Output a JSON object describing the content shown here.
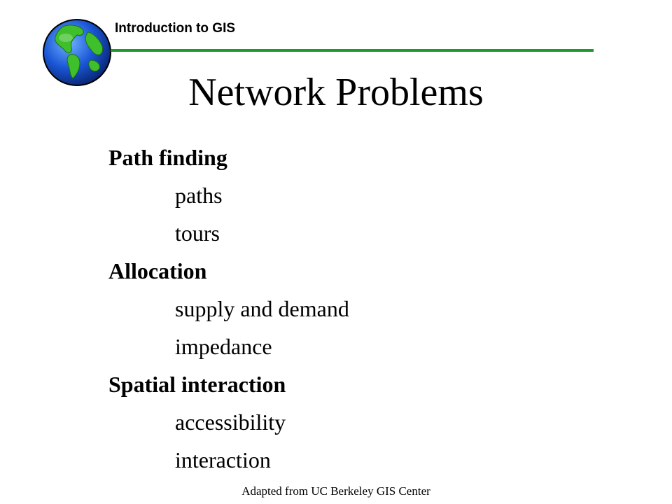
{
  "header": {
    "label": "Introduction to GIS",
    "logo_icon": "globe-icon",
    "rule_color": "#1f9a2a"
  },
  "slide": {
    "title": "Network Problems",
    "sections": [
      {
        "heading": "Path finding",
        "items": [
          "paths",
          "tours"
        ]
      },
      {
        "heading": "Allocation",
        "items": [
          "supply and demand",
          "impedance"
        ]
      },
      {
        "heading": "Spatial interaction",
        "items": [
          "accessibility",
          "interaction"
        ]
      }
    ]
  },
  "footer": {
    "credit": "Adapted from UC Berkeley GIS Center"
  }
}
